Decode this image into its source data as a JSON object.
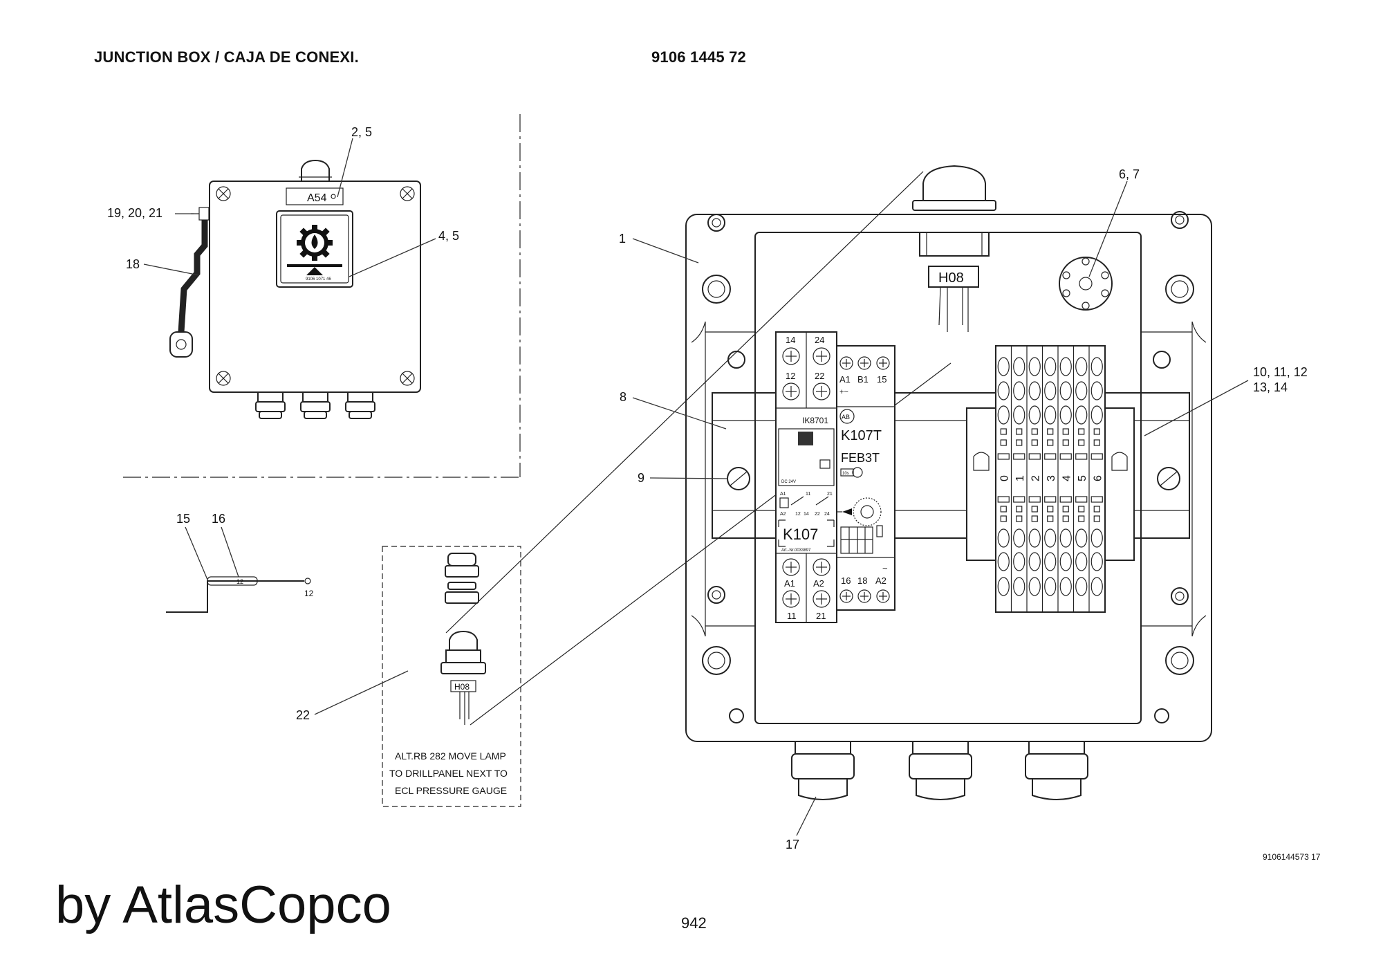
{
  "header": {
    "title": "JUNCTION BOX / CAJA DE CONEXI.",
    "part_number": "9106 1445 72"
  },
  "footer": {
    "brand": "by AtlasCopco",
    "page_number": "942",
    "drawing_ref": "9106144573 17"
  },
  "callouts": {
    "c1": "1",
    "c2_5": "2, 5",
    "c4_5": "4, 5",
    "c6_7": "6, 7",
    "c8": "8",
    "c9": "9",
    "c10_12": "10, 11, 12",
    "c13_14": "13, 14",
    "c15": "15",
    "c16": "16",
    "c17": "17",
    "c18": "18",
    "c19_21": "19, 20, 21",
    "c22": "22"
  },
  "small_box": {
    "plate": "A54",
    "label_code": "9106 1071 46"
  },
  "wire_marker": {
    "sleeve": "12",
    "end": "12"
  },
  "lamp": {
    "label": "H08",
    "label_small": "H08"
  },
  "note": {
    "line1": "ALT.RB 282 MOVE LAMP",
    "line2": "TO DRILLPANEL NEXT TO",
    "line3": "ECL PRESSURE GAUGE"
  },
  "contactor": {
    "top1": "14",
    "top2": "24",
    "mid1": "12",
    "mid2": "22",
    "model": "IK8701",
    "dc": "DC 24V",
    "a1": "A1",
    "n11": "11",
    "n21": "21",
    "a2": "A2",
    "n12": "12",
    "n14": "14",
    "n22": "22",
    "n24": "24",
    "name": "K107",
    "artnr": "Art.-Nr.0033897",
    "bot_a1": "A1",
    "bot_a2": "A2",
    "bot11": "11",
    "bot21": "21"
  },
  "timer": {
    "a1": "A1",
    "b1": "B1",
    "n15": "15",
    "supply": "+~",
    "brand": "AB",
    "name": "K107T",
    "model": "FEB3T",
    "range": "10s",
    "n16": "16",
    "n18": "18",
    "a2": "A2",
    "tilde": "~"
  },
  "terminals": [
    "0",
    "1",
    "2",
    "3",
    "4",
    "5",
    "6"
  ]
}
